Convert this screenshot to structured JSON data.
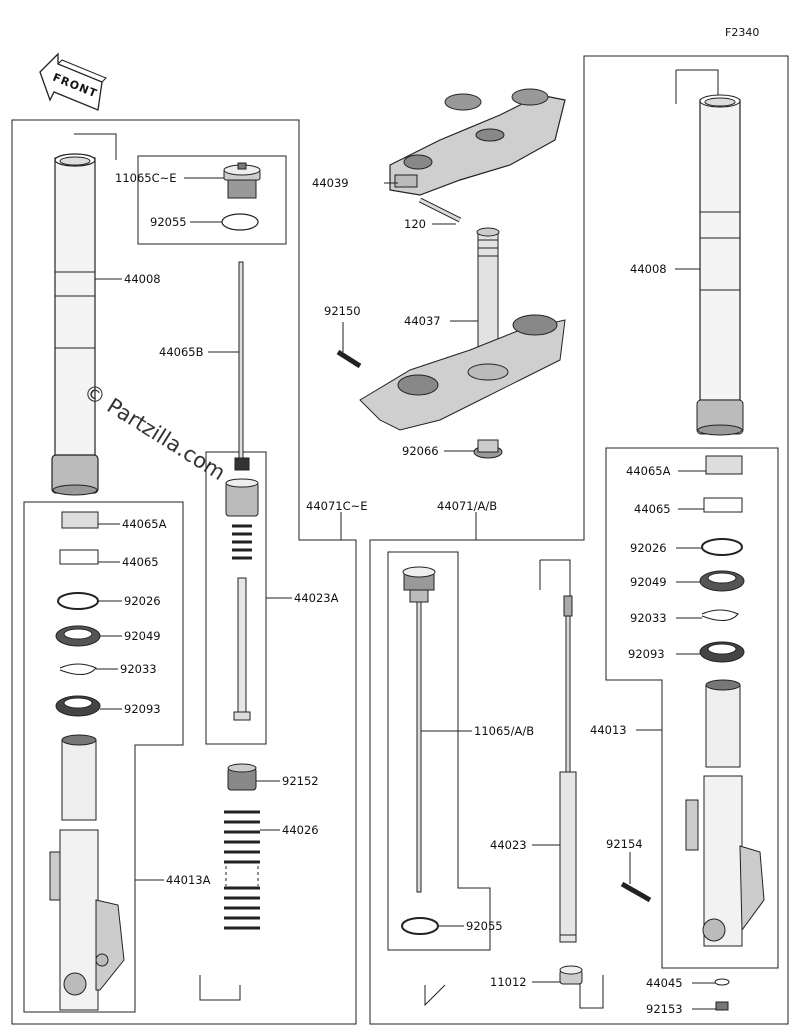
{
  "diagram": {
    "ref_code": "F2340",
    "front_arrow_label": "FRONT",
    "watermark": "© Partzilla.com",
    "labels": {
      "l_11065ce": "11065C~E",
      "l_92055_a": "92055",
      "l_44008_a": "44008",
      "l_44065b": "44065B",
      "l_44065a_a": "44065A",
      "l_44065_a": "44065",
      "l_92026_a": "92026",
      "l_92049_a": "92049",
      "l_92033_a": "92033",
      "l_92093_a": "92093",
      "l_44013a": "44013A",
      "l_44023a": "44023A",
      "l_92152": "92152",
      "l_44026": "44026",
      "l_44071ce": "44071C~E",
      "l_44039": "44039",
      "l_120": "120",
      "l_92150": "92150",
      "l_44037": "44037",
      "l_92066": "92066",
      "l_44071ab": "44071/A/B",
      "l_11065ab": "11065/A/B",
      "l_92055_b": "92055",
      "l_44023": "44023",
      "l_11012": "11012",
      "l_44008_b": "44008",
      "l_44065a_b": "44065A",
      "l_44065_b": "44065",
      "l_92026_b": "92026",
      "l_92049_b": "92049",
      "l_92033_b": "92033",
      "l_92093_b": "92093",
      "l_44013": "44013",
      "l_92154": "92154",
      "l_44045": "44045",
      "l_92153": "92153"
    }
  }
}
